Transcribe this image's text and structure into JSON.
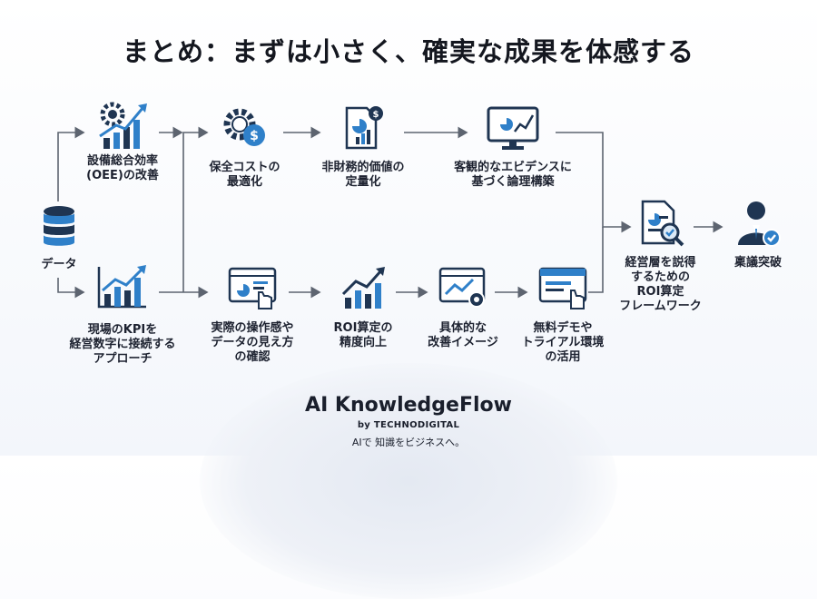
{
  "title": "まとめ：まずは小さく、確実な成果を体感する",
  "nodes": {
    "data": "データ",
    "oee": "設備総合効率\n(OEE)の改善",
    "kpi": "現場のKPIを\n経営数字に接続する\nアプローチ",
    "maintenance": "保全コストの\n最適化",
    "nonfinancial": "非財務的価値の\n定量化",
    "evidence": "客観的なエビデンスに\n基づく論理構築",
    "operation": "実際の操作感や\nデータの見え方\nの確認",
    "roi_accuracy": "ROI算定の\n精度向上",
    "improvement": "具体的な\n改善イメージ",
    "demo": "無料デモや\nトライアル環境\nの活用",
    "framework": "経営層を説得\nするための\nROI算定\nフレームワーク",
    "approval": "稟議突破"
  },
  "footer": {
    "brand": "AI KnowledgeFlow",
    "by": "by TECHNODIGITAL",
    "tagline": "AIで 知識をビジネスへ。"
  },
  "colors": {
    "navy": "#1f3552",
    "blue": "#2f80c9",
    "light_blue": "#dbe9f6",
    "arrow": "#5d6470"
  }
}
